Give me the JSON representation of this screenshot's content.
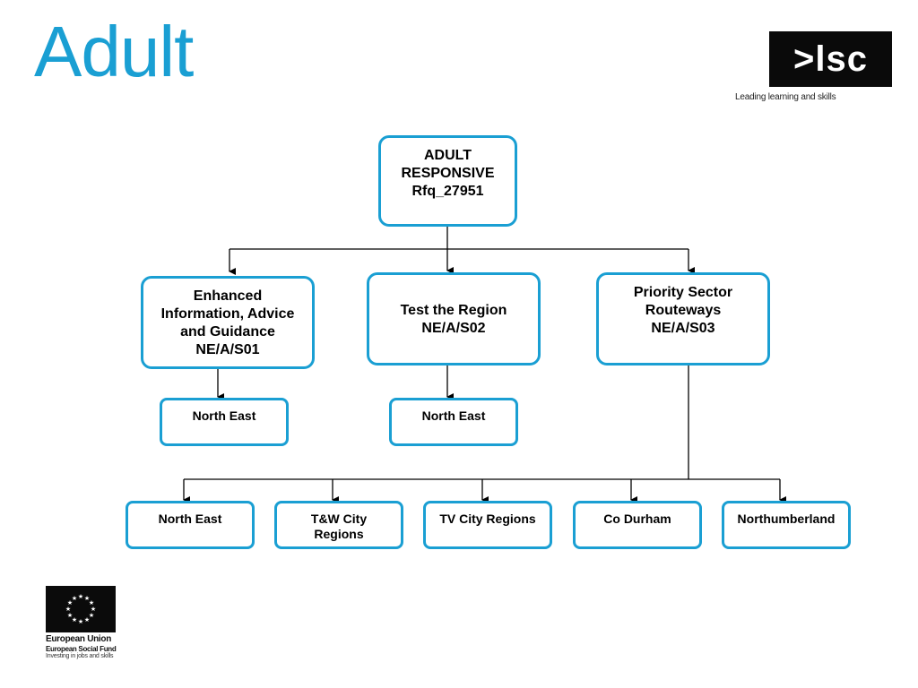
{
  "title": "Adult",
  "logo": {
    "brand": ">lsc",
    "tagline": "Leading learning and skills"
  },
  "root": {
    "lines": [
      "ADULT",
      "RESPONSIVE",
      "Rfq_27951"
    ]
  },
  "level1": [
    {
      "lines": [
        "Enhanced",
        "Information, Advice",
        "and Guidance",
        "NE/A/S01"
      ]
    },
    {
      "lines": [
        "Test the Region",
        "NE/A/S02"
      ]
    },
    {
      "lines": [
        "Priority Sector",
        "Routeways",
        "NE/A/S03"
      ]
    }
  ],
  "level2": [
    {
      "lines": [
        "North East"
      ]
    },
    {
      "lines": [
        "North East"
      ]
    }
  ],
  "level3": [
    {
      "lines": [
        "North East"
      ]
    },
    {
      "lines": [
        "T&W City",
        "Regions"
      ]
    },
    {
      "lines": [
        "TV City Regions"
      ]
    },
    {
      "lines": [
        "Co Durham"
      ]
    },
    {
      "lines": [
        "Northumberland"
      ]
    }
  ],
  "eu": {
    "line1": "European Union",
    "line2": "European Social Fund",
    "line3": "Investing in jobs and skills"
  },
  "colors": {
    "accent": "#1a9fd3",
    "line": "#000000"
  }
}
